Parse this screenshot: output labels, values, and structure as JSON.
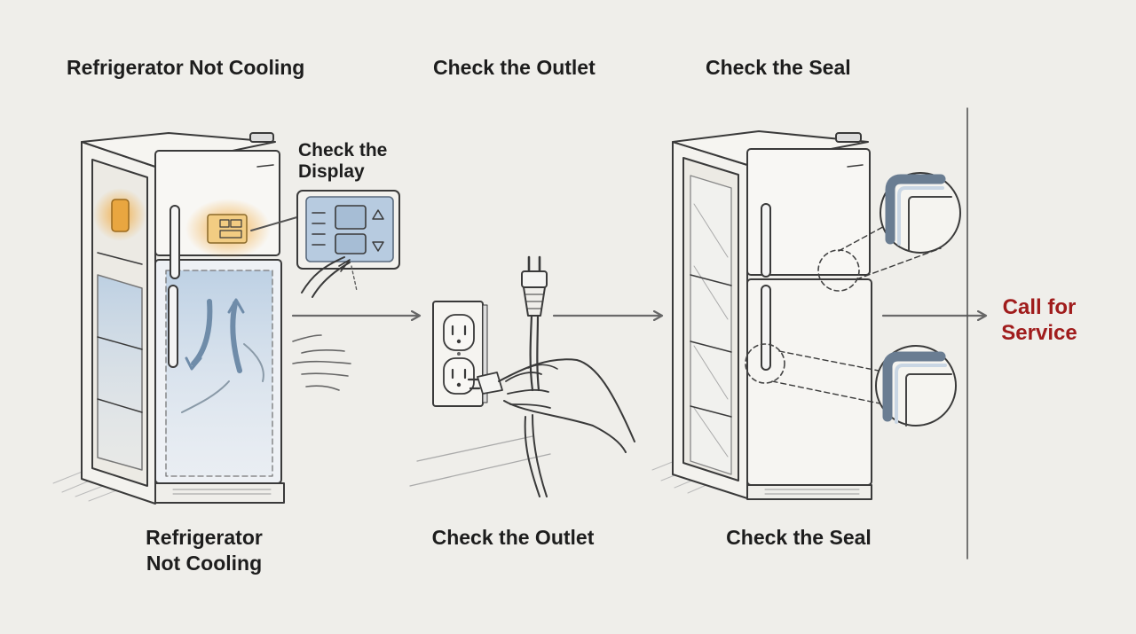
{
  "steps": {
    "step1": {
      "top_title": "Refrigerator Not Cooling",
      "bottom_line1": "Refrigerator",
      "bottom_line2": "Not Cooling"
    },
    "step2": {
      "top_title": "Check the Outlet",
      "bottom_title": "Check the Outlet"
    },
    "step3": {
      "top_title": "Check the Seal",
      "bottom_title": "Check the Seal"
    }
  },
  "callouts": {
    "display_line1": "Check the",
    "display_line2": "Display"
  },
  "final": {
    "line1": "Call for",
    "line2": "Service",
    "color": "#a01c1c"
  },
  "colors": {
    "ink": "#3a3a3a",
    "highlight": "#f0a93a",
    "cool_blue": "#9fb9d2",
    "panel": "#b9cbe0"
  }
}
